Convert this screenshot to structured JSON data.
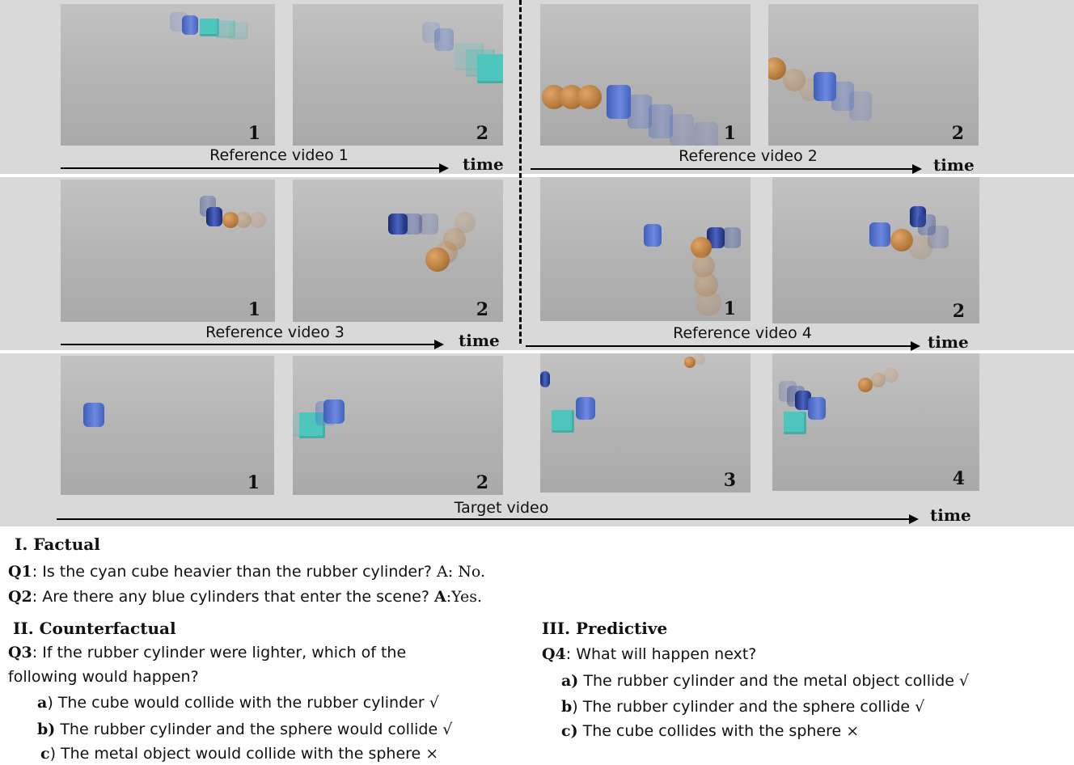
{
  "reference_videos": [
    {
      "label": "Reference video 1",
      "frames": [
        "1",
        "2"
      ]
    },
    {
      "label": "Reference video 2",
      "frames": [
        "1",
        "2"
      ]
    },
    {
      "label": "Reference video 3",
      "frames": [
        "1",
        "2"
      ]
    },
    {
      "label": "Reference video 4",
      "frames": [
        "1",
        "2"
      ]
    }
  ],
  "target_video": {
    "label": "Target video",
    "frames": [
      "1",
      "2",
      "3",
      "4"
    ]
  },
  "time_label": "time",
  "factual": {
    "title": "I. Factual",
    "q1": {
      "key": "Q1",
      "text": ": Is the cyan cube heavier than the rubber cylinder? ",
      "answer": "A: No."
    },
    "q2": {
      "key": "Q2",
      "text": ": Are there any blue cylinders that enter the scene?  ",
      "answer_key": "A",
      "answer": ":Yes."
    }
  },
  "counterfactual": {
    "title": "II. Counterfactual",
    "q3": {
      "key": "Q3",
      "text_line1": ":  If the rubber cylinder were lighter, which of the",
      "text_line2": "following would happen?"
    },
    "options": [
      {
        "key": "a",
        "text": ") The cube would collide with the rubber cylinder ",
        "mark": "√"
      },
      {
        "key": "b)",
        "text": " The rubber cylinder and the sphere would collide ",
        "mark": "√"
      },
      {
        "key": "c",
        "text": ") The metal object would collide with the sphere ",
        "mark": "×"
      }
    ]
  },
  "predictive": {
    "title": "III. Predictive",
    "q4": {
      "key": "Q4",
      "text": ": What will happen next?"
    },
    "options": [
      {
        "key": "a)",
        "text": " The rubber cylinder and the metal object collide ",
        "mark": "√"
      },
      {
        "key": "b",
        "text": ") The rubber cylinder and the sphere collide ",
        "mark": "√"
      },
      {
        "key": "c)",
        "text": " The cube collides with the sphere ",
        "mark": "×"
      }
    ]
  },
  "colors": {
    "band": "#d9d9d9",
    "cube": "#4fc6bd",
    "cylinder": "#5a78d4",
    "sphere": "#c08545"
  }
}
